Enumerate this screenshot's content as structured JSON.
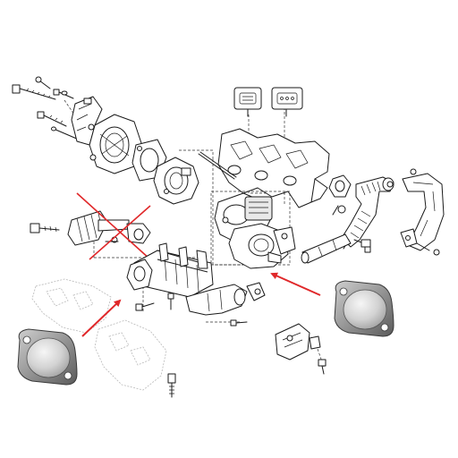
{
  "diagram": {
    "background": "#ffffff",
    "line_color": "#1a1a1a",
    "arrow_color": "#e0282a",
    "cross_color": "#e0282a",
    "plate_fill_light": "#f4f4f4",
    "plate_fill_dark": "#a9a9a9",
    "plate_rim": "#3a3a3a",
    "annotations": [
      {
        "kind": "arrow",
        "points_to": "egr-valve-flange"
      },
      {
        "kind": "arrow",
        "points_to": "egr-cooler-flange"
      },
      {
        "kind": "cross",
        "marks": "egr-pipe-removed"
      }
    ],
    "blanking_plates": [
      {
        "name": "blanking-plate-left"
      },
      {
        "name": "blanking-plate-right"
      }
    ]
  }
}
